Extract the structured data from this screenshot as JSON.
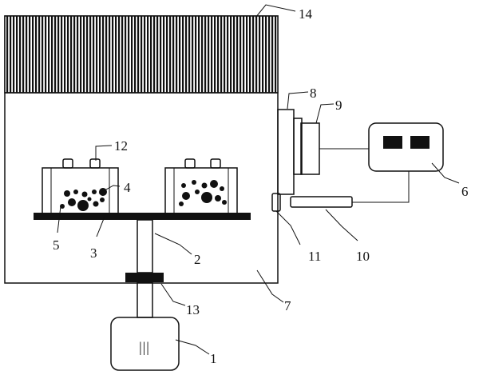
{
  "colors": {
    "line": "#111111",
    "fill_dark": "#111111",
    "background": "#ffffff"
  },
  "labels": {
    "n1": "1",
    "n2": "2",
    "n3": "3",
    "n4": "4",
    "n5": "5",
    "n6": "6",
    "n7": "7",
    "n8": "8",
    "n9": "9",
    "n10": "10",
    "n11": "11",
    "n12": "12",
    "n13": "13",
    "n14": "14"
  },
  "motor_mark": "|||"
}
